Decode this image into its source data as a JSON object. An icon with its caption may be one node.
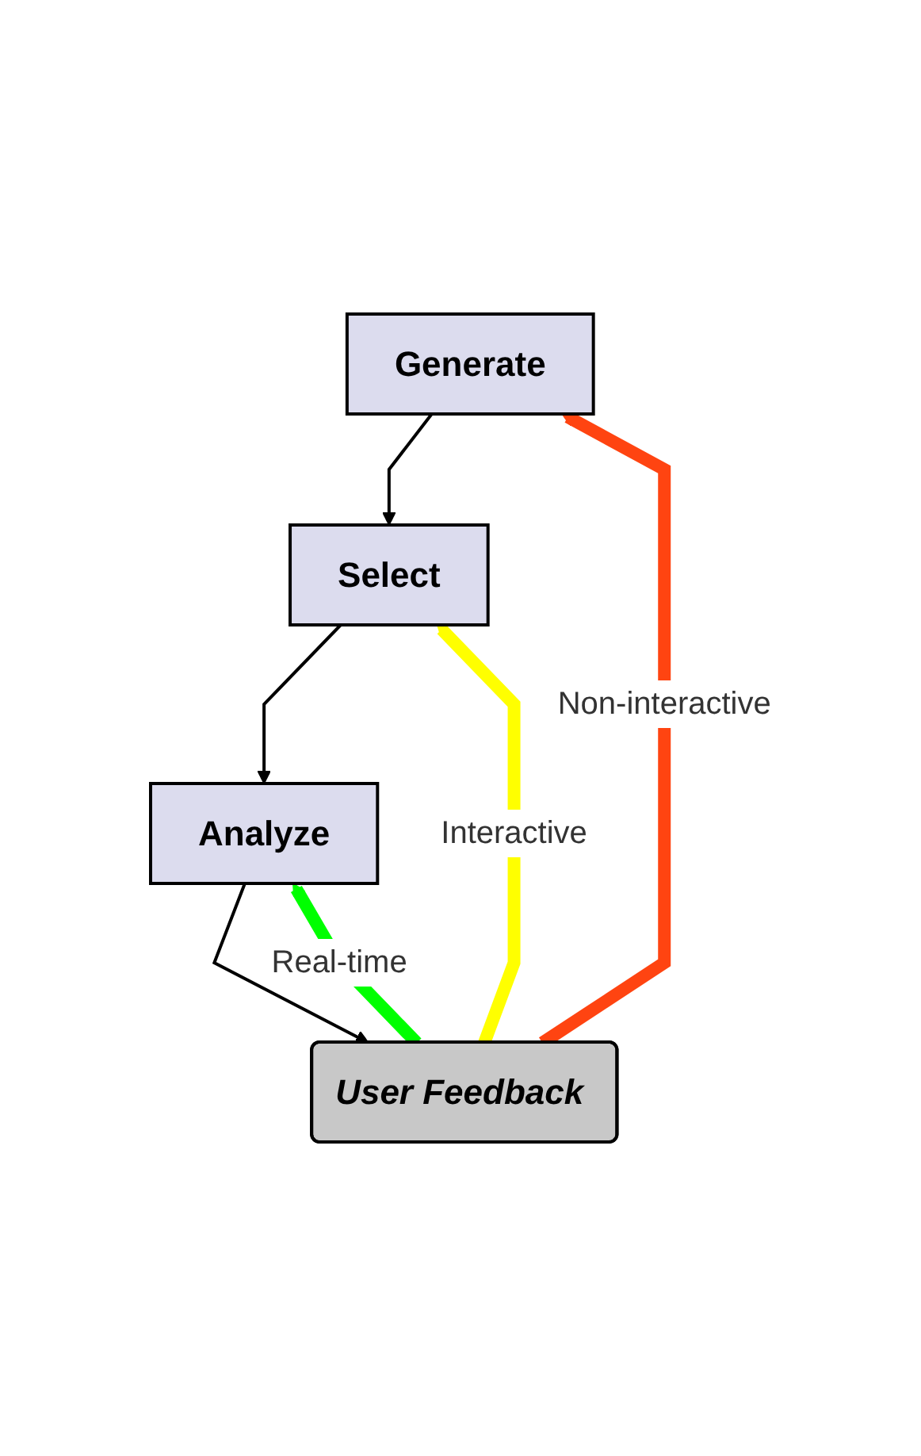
{
  "diagram": {
    "nodes": [
      {
        "text": [
          "Generate"
        ]
      },
      {
        "text": [
          "Select"
        ]
      },
      {
        "text": [
          "Analyze"
        ]
      },
      {
        "text": [
          "User Feedback"
        ]
      }
    ],
    "edges": [
      {
        "from": 0,
        "to": 1,
        "arrow": "to"
      },
      {
        "from": 1,
        "to": 2,
        "arrow": "to"
      },
      {
        "from": 2,
        "to": 3,
        "arrow": "to"
      },
      {
        "from": 3,
        "to": 0,
        "arrow": "to",
        "label": "Non-interactive",
        "style": "thick",
        "color": "#ff4411"
      },
      {
        "from": 3,
        "to": 1,
        "arrow": "to",
        "label": "Interactive",
        "style": "thick",
        "color": "#ffff00"
      },
      {
        "from": 3,
        "to": 2,
        "arrow": "to",
        "label": "Real-time",
        "style": "thick",
        "color": "#00ff00"
      }
    ]
  }
}
